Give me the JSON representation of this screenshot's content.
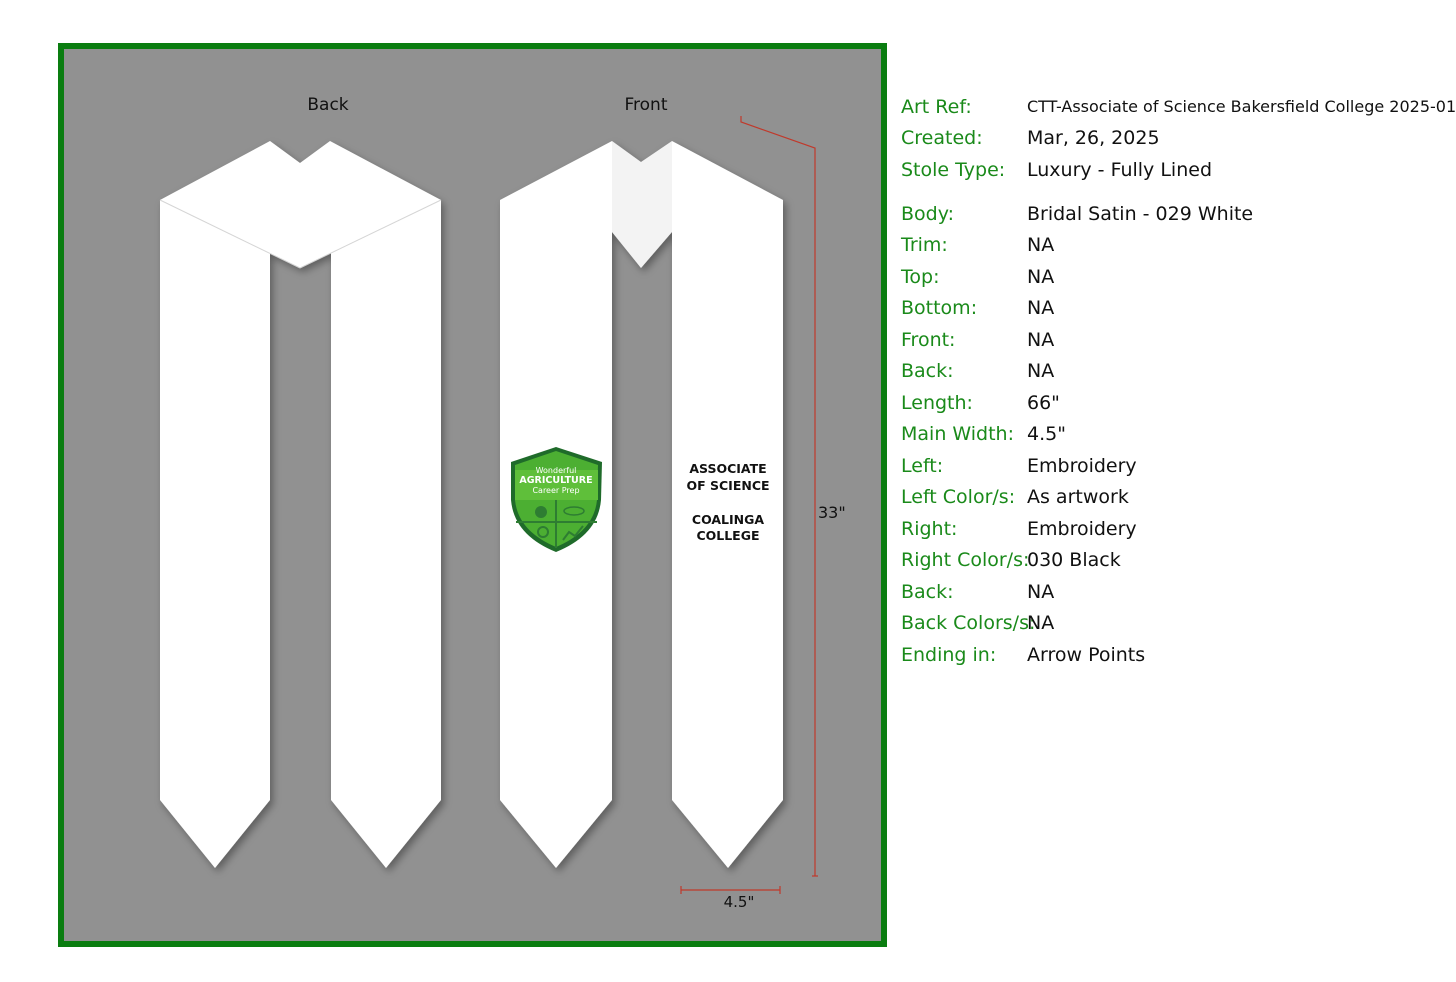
{
  "views": {
    "back_label": "Back",
    "front_label": "Front"
  },
  "dimensions": {
    "length_label": "33\"",
    "width_label": "4.5\""
  },
  "embroidery": {
    "left_logo": {
      "line1": "Wonderful",
      "line2": "AGRICULTURE",
      "line3": "Career Prep"
    },
    "right_text": {
      "line1": "ASSOCIATE",
      "line2": "OF SCIENCE",
      "line3": "COALINGA",
      "line4": "COLLEGE"
    }
  },
  "colors": {
    "frame": "#0a7d10",
    "background": "#919191",
    "stole": "#ffffff",
    "label": "#1a8a1a",
    "dimension_line": "#c0392b",
    "logo": "#4caf32"
  },
  "specs": [
    {
      "label": "Art Ref:",
      "value": "CTT-Associate of Science Bakersfield College 2025-01"
    },
    {
      "label": "Created:",
      "value": "Mar, 26, 2025"
    },
    {
      "label": "Stole Type:",
      "value": "Luxury - Fully Lined"
    },
    {
      "label": "Body:",
      "value": "Bridal Satin - 029 White"
    },
    {
      "label": "Trim:",
      "value": "NA"
    },
    {
      "label": "Top:",
      "value": "NA"
    },
    {
      "label": "Bottom:",
      "value": "NA"
    },
    {
      "label": "Front:",
      "value": "NA"
    },
    {
      "label": "Back:",
      "value": "NA"
    },
    {
      "label": "Length:",
      "value": "66\""
    },
    {
      "label": "Main Width:",
      "value": "4.5\""
    },
    {
      "label": "Left:",
      "value": "Embroidery"
    },
    {
      "label": "Left Color/s:",
      "value": "As artwork"
    },
    {
      "label": "Right:",
      "value": "Embroidery"
    },
    {
      "label": "Right Color/s:",
      "value": "030 Black"
    },
    {
      "label": "Back:",
      "value": "NA"
    },
    {
      "label": "Back Colors/s:",
      "value": "NA"
    },
    {
      "label": "Ending in:",
      "value": "Arrow Points"
    }
  ]
}
